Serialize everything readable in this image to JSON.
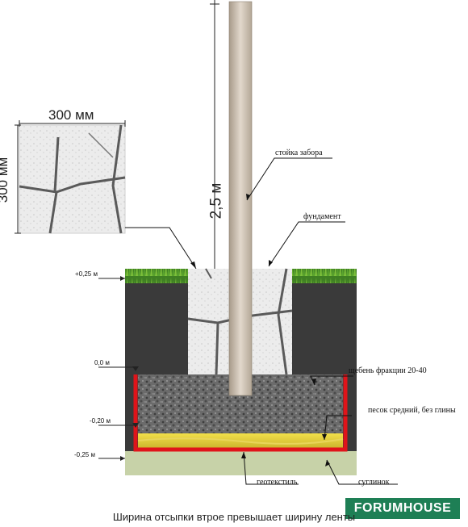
{
  "labels": {
    "post": "стойка забора",
    "foundation": "фундамент",
    "gravel": "щебень фракции 20-40",
    "sand": "песок средний, без глины",
    "geotextile": "геотекстиль",
    "loam": "суглинок"
  },
  "dimensions": {
    "tile_width": "300 мм",
    "tile_height": "300 мм",
    "post_height": "2,5 м"
  },
  "levels": {
    "top": "+0,25 м",
    "zero": "0,0 м",
    "minus_020": "-0,20 м",
    "minus_025": "-0,25 м"
  },
  "caption": "Ширина отсыпки втрое превышает ширину ленты",
  "brand": "FORUMHOUSE",
  "colors": {
    "brand_bg": "#1e7f55",
    "geotextile": "#e0141a",
    "sand": "#e3cf3a",
    "concrete": "#3a3a3a",
    "loam": "#c7d2a8",
    "grass": "#4f8f2a"
  }
}
